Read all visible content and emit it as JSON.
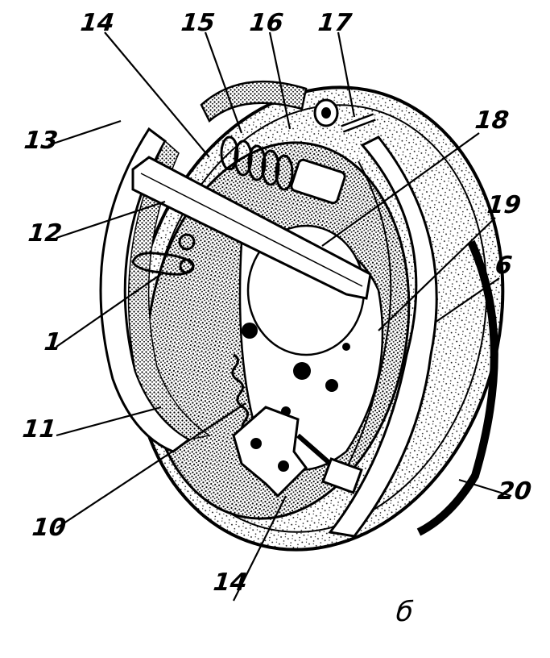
{
  "callouts": {
    "c14_top": "14",
    "c15": "15",
    "c16": "16",
    "c17": "17",
    "c18": "18",
    "c19": "19",
    "c6": "6",
    "c13": "13",
    "c12": "12",
    "c1": "1",
    "c11": "11",
    "c10": "10",
    "c14_bottom": "14",
    "c20": "20"
  },
  "caption": "б"
}
